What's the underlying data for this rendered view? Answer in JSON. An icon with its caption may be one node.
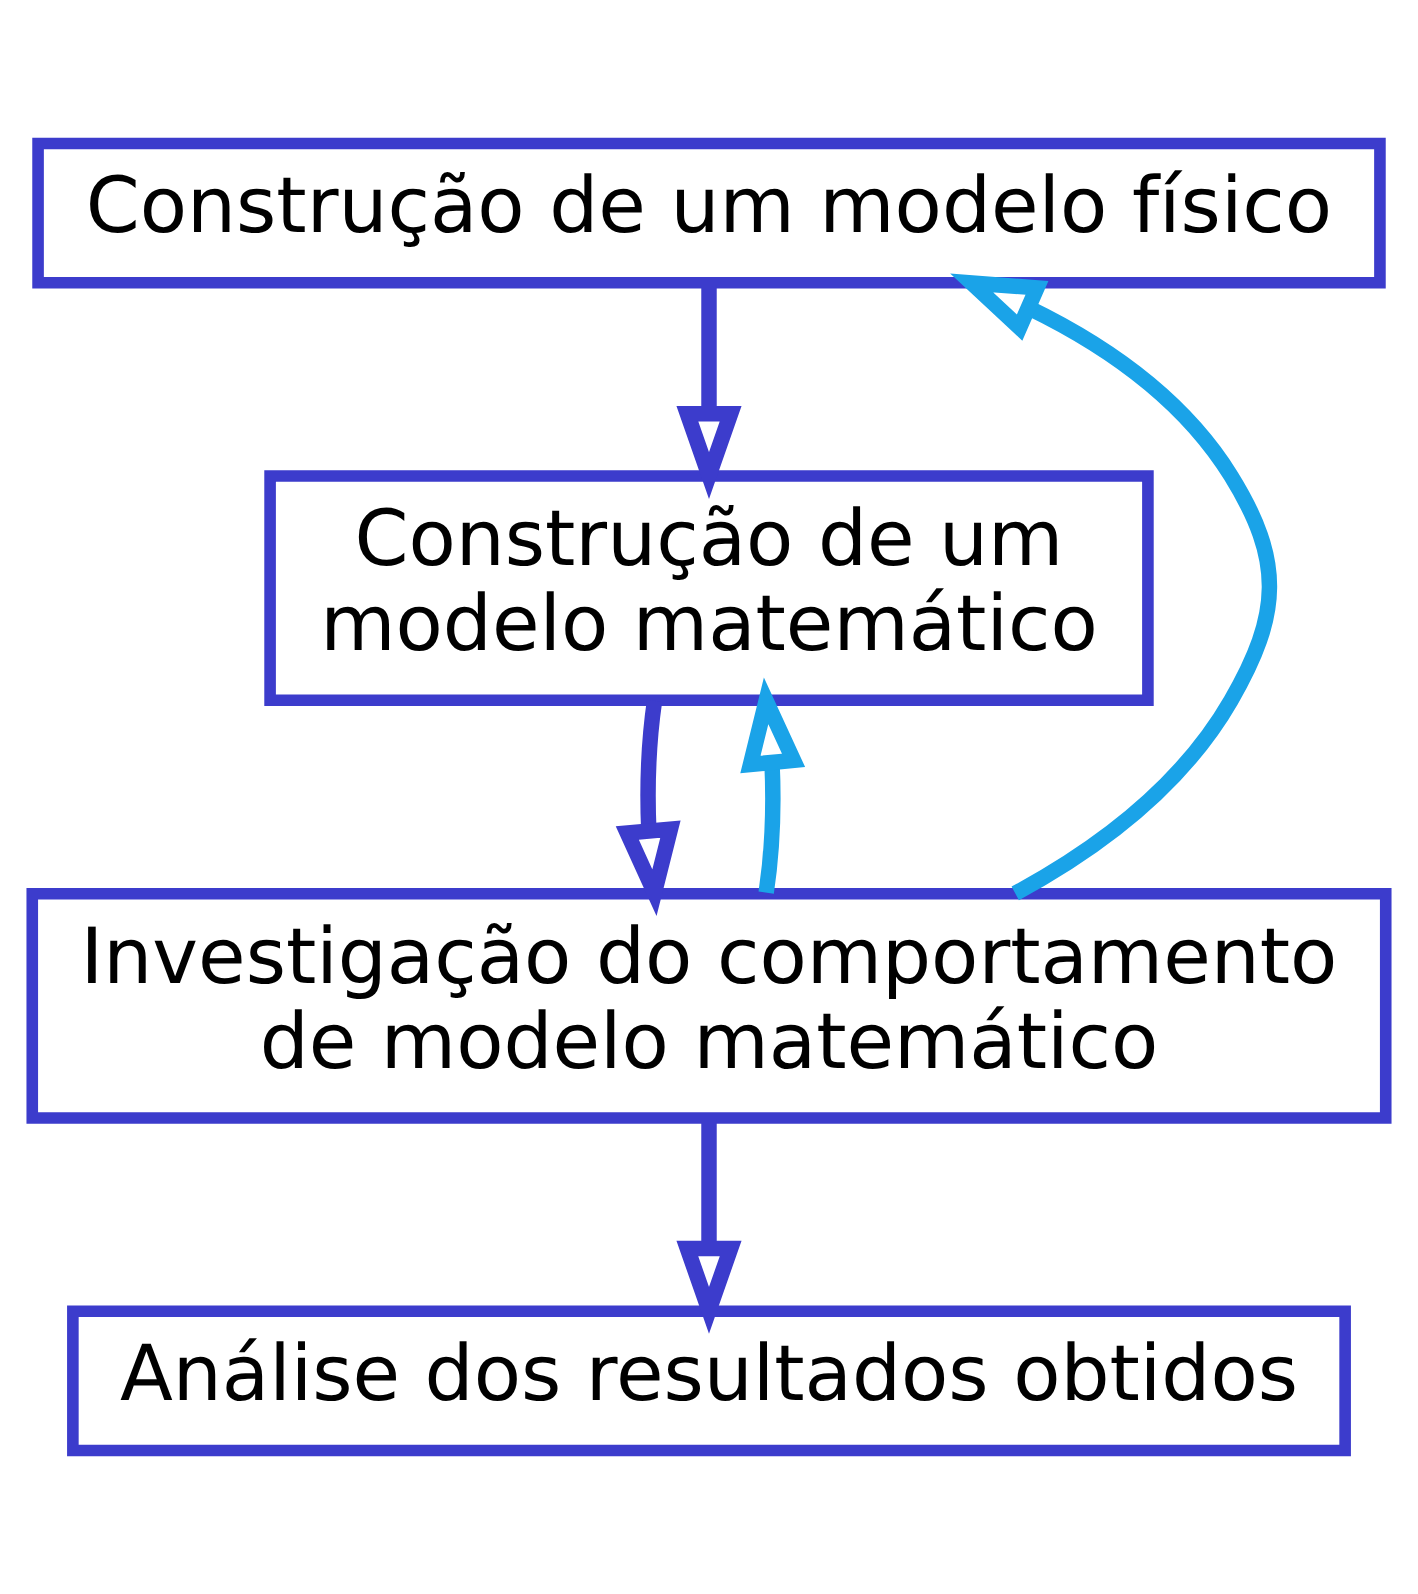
{
  "diagram": {
    "nodes": [
      {
        "text": [
          "Construção de um modelo físico"
        ]
      },
      {
        "text": [
          "Construção de um modelo matemático"
        ]
      },
      {
        "text": [
          "Investigação do comportamento de modelo matemático"
        ]
      },
      {
        "text": [
          "Análise dos resultados obtidos"
        ]
      }
    ],
    "edges": [
      {
        "from": 0,
        "to": 1,
        "arrow": "to"
      },
      {
        "from": 1,
        "to": 2,
        "arrow": "to"
      },
      {
        "from": 2,
        "to": 3,
        "arrow": "to"
      },
      {
        "from": 2,
        "to": 1,
        "arrow": "to",
        "color": "#1aa3e8"
      },
      {
        "from": 2,
        "to": 0,
        "arrow": "to",
        "color": "#1aa3e8"
      }
    ]
  }
}
